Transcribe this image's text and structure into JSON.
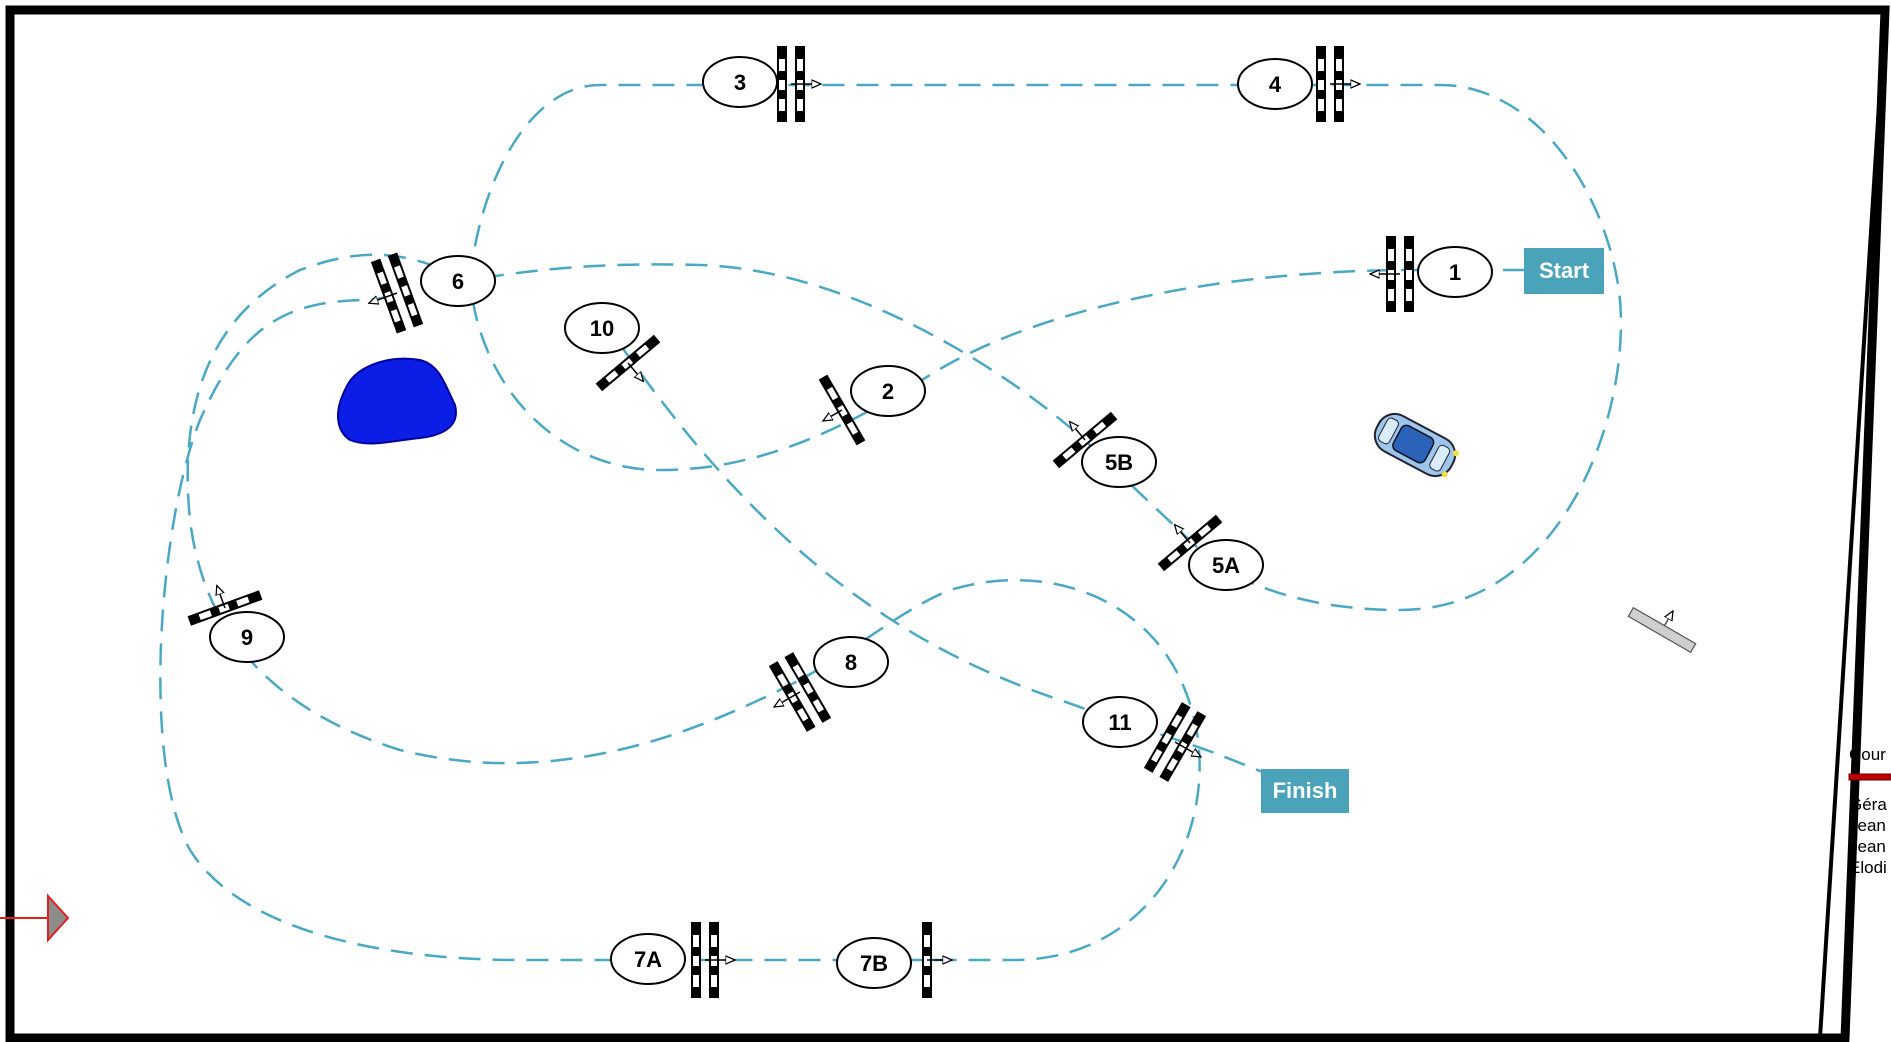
{
  "course": {
    "start_label": "Start",
    "finish_label": "Finish",
    "obstacles": [
      {
        "id": "1",
        "label": "1"
      },
      {
        "id": "2",
        "label": "2"
      },
      {
        "id": "3",
        "label": "3"
      },
      {
        "id": "4",
        "label": "4"
      },
      {
        "id": "5A",
        "label": "5A"
      },
      {
        "id": "5B",
        "label": "5B"
      },
      {
        "id": "6",
        "label": "6"
      },
      {
        "id": "7A",
        "label": "7A"
      },
      {
        "id": "7B",
        "label": "7B"
      },
      {
        "id": "8",
        "label": "8"
      },
      {
        "id": "9",
        "label": "9"
      },
      {
        "id": "10",
        "label": "10"
      },
      {
        "id": "11",
        "label": "11"
      }
    ]
  },
  "legend": {
    "title": "Cour",
    "names": [
      "Géra",
      "Jean",
      "Jean",
      "Elodi"
    ]
  },
  "colors": {
    "path": "#4aa8c4",
    "label_box": "#4aa3b8",
    "pond": "#0a1ee6",
    "frame": "#000000",
    "legend_line": "#c00000"
  },
  "icons": [
    "car-icon",
    "pond-shape",
    "entry-arrow-icon",
    "judge-marker-icon"
  ]
}
